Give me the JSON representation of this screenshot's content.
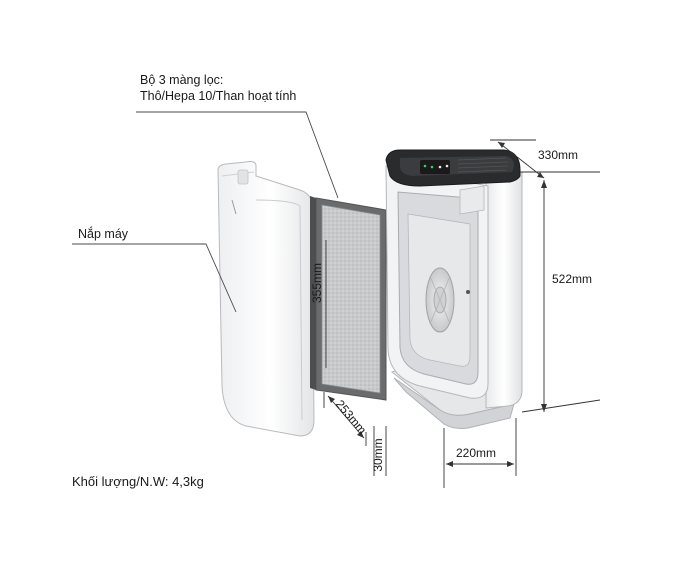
{
  "labels": {
    "filter_set_line1": "Bộ 3 màng lọc:",
    "filter_set_line2": "Thô/Hepa 10/Than hoạt tính",
    "cover": "Nắp máy",
    "weight": "Khối lượng/N.W: 4,3kg"
  },
  "dimensions": {
    "depth": "330mm",
    "height": "522mm",
    "width": "220mm",
    "filter_height": "355mm",
    "filter_width": "253mm",
    "filter_thickness": "30mm"
  }
}
